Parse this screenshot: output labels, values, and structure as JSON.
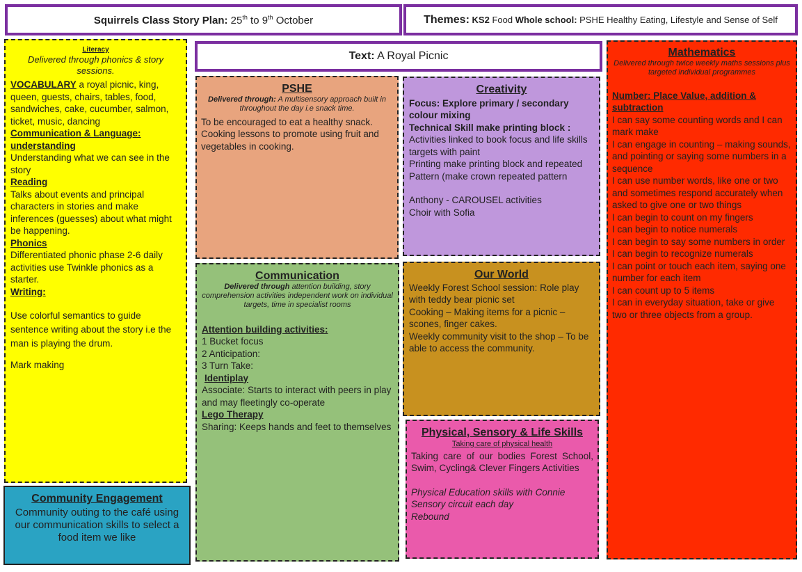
{
  "header": {
    "plan_title": "Squirrels Class Story Plan:",
    "plan_d1": "25",
    "plan_sup1": "th",
    "plan_mid": " to 9",
    "plan_sup2": "th",
    "plan_end": " October",
    "themes_label": "Themes:",
    "ks2_label": "KS2",
    "ks2_value": " Food ",
    "ws_label": "Whole school:",
    "ws_value": " PSHE Healthy Eating, Lifestyle and Sense of Self"
  },
  "text_box": {
    "label": "Text:",
    "value": " A Royal Picnic"
  },
  "literacy": {
    "title": "Literacy",
    "subtitle": "Delivered through phonics & story sessions.",
    "vocab_label": "VOCABULARY",
    "vocab_text": " a royal picnic, king, queen, guests, chairs, tables, food, sandwiches, cake, cucumber, salmon, ticket, music, dancing",
    "comm_label": "Communication & Language: understanding",
    "comm_text": "Understanding what we can see in the story",
    "reading_label": "Reading",
    "reading_text": "Talks about events and principal characters in stories and make inferences (guesses) about what might be happening.",
    "phonics_label": "Phonics",
    "phonics_text": "Differentiated phonic phase 2-6 daily activities use Twinkle phonics as a starter.",
    "writing_label": "Writing:",
    "writing_text": "Use colorful semantics to guide sentence writing about the story i.e the man is playing the drum.",
    "mark_text": "Mark making"
  },
  "pshe": {
    "title": "PSHE",
    "delivered_label": "Delivered through:",
    "delivered_text": " A multisensory approach built in throughout the day i.e snack time.",
    "body": "To be encouraged to eat a healthy snack. Cooking lessons to promote using fruit and vegetables in cooking."
  },
  "creativity": {
    "title": "Creativity",
    "focus": "Focus: Explore primary / secondary colour mixing",
    "skill": "Technical Skill make printing block :",
    "line1": "Activities linked to book focus and life skills targets with paint",
    "line2": "Printing make printing block and repeated Pattern (make crown repeated pattern",
    "line3": "Anthony - CAROUSEL activities",
    "line4": "Choir with Sofia"
  },
  "communication": {
    "title": "Communication",
    "delivered_label": "Delivered through",
    "delivered_text": " attention building, story comprehension activities independent work on individual targets, time in specialist rooms",
    "attention_label": "Attention building activities:",
    "item1": "1 Bucket focus",
    "item2": "2 Anticipation:",
    "item3": "3 Turn Take:",
    "identiplay": "Identiplay",
    "associate": "Associate: Starts to interact with peers in play and may fleetingly co-operate",
    "lego_label": "Lego Therapy",
    "sharing": "Sharing: Keeps hands and feet to themselves"
  },
  "our_world": {
    "title": "Our World",
    "line1": "Weekly Forest School session: Role play with teddy bear picnic set",
    "line2": "Cooking – Making items for a picnic – scones, finger cakes.",
    "line3": "Weekly community visit to the shop – To be able to access the community."
  },
  "physical": {
    "title": "Physical, Sensory & Life Skills",
    "subtitle": "Taking care of physical health",
    "body": "Taking care of our bodies Forest School, Swim, Cycling& Clever Fingers Activities",
    "line1": "Physical Education skills with Connie",
    "line2": "Sensory circuit each day",
    "line3": "Rebound"
  },
  "community": {
    "title": "Community Engagement",
    "body": "Community outing to the café using our communication skills to select a food item we like"
  },
  "maths": {
    "title": "Mathematics",
    "subtitle": "Delivered through twice weekly maths sessions plus targeted individual programmes",
    "focus": "Number: Place Value, addition & subtraction",
    "items": [
      "I can say some counting words and I can mark make",
      "I can engage in counting – making sounds, and pointing or saying some numbers in a sequence",
      "I can use number words, like one or two and sometimes respond accurately when asked to give one or two things",
      "I can begin to count on my fingers",
      "I can begin to notice numerals",
      "I can begin to say some numbers in order",
      "I can begin to recognize numerals",
      "I can point or touch each item, saying one number for each item",
      "I can count up to 5 items",
      "I can in everyday situation, take or give two or three objects from a group."
    ]
  },
  "colors": {
    "literacy": "#ffff00",
    "pshe": "#e8a47e",
    "creativity": "#bf97dc",
    "communication": "#95c17a",
    "our_world": "#c8911f",
    "physical": "#ea5aab",
    "community": "#2aa3c3",
    "maths": "#ff2a00",
    "header_border": "#7b2fa0"
  }
}
